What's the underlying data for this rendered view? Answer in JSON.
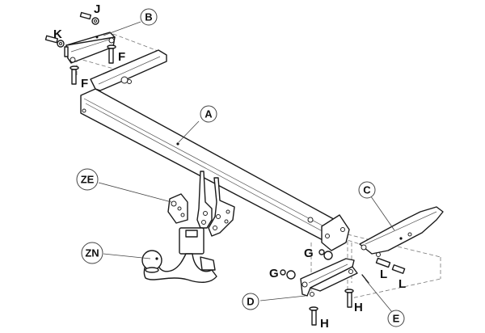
{
  "diagram": {
    "type": "exploded-assembly",
    "subject": "tow bar assembly",
    "callouts": [
      {
        "id": "A",
        "label": "A",
        "refers_to": "main crossbar"
      },
      {
        "id": "B",
        "label": "B",
        "refers_to": "left mounting bracket"
      },
      {
        "id": "C",
        "label": "C",
        "refers_to": "right side arm"
      },
      {
        "id": "D",
        "label": "D",
        "refers_to": "right lower bracket"
      },
      {
        "id": "E",
        "label": "E",
        "refers_to": "pin / screw"
      },
      {
        "id": "ZE",
        "label": "ZE",
        "refers_to": "electrical socket plate"
      },
      {
        "id": "ZN",
        "label": "ZN",
        "refers_to": "detachable ball neck"
      }
    ],
    "hardware_labels": [
      {
        "id": "J",
        "label": "J",
        "refers_to": "bolt with washer (top left)"
      },
      {
        "id": "K",
        "label": "K",
        "refers_to": "bolt with washer (left)"
      },
      {
        "id": "F1",
        "label": "F",
        "refers_to": "bolt (bracket B, right)"
      },
      {
        "id": "F2",
        "label": "F",
        "refers_to": "bolt (bracket B, left)"
      },
      {
        "id": "G1",
        "label": "G",
        "refers_to": "nut and washer (upper)"
      },
      {
        "id": "G2",
        "label": "G",
        "refers_to": "nut and washer (lower)"
      },
      {
        "id": "H1",
        "label": "H",
        "refers_to": "bolt (bracket D, right)"
      },
      {
        "id": "H2",
        "label": "H",
        "refers_to": "bolt (bracket D, left)"
      },
      {
        "id": "L1",
        "label": "L",
        "refers_to": "bolt (arm C, left)"
      },
      {
        "id": "L2",
        "label": "L",
        "refers_to": "bolt (arm C, right)"
      }
    ]
  }
}
